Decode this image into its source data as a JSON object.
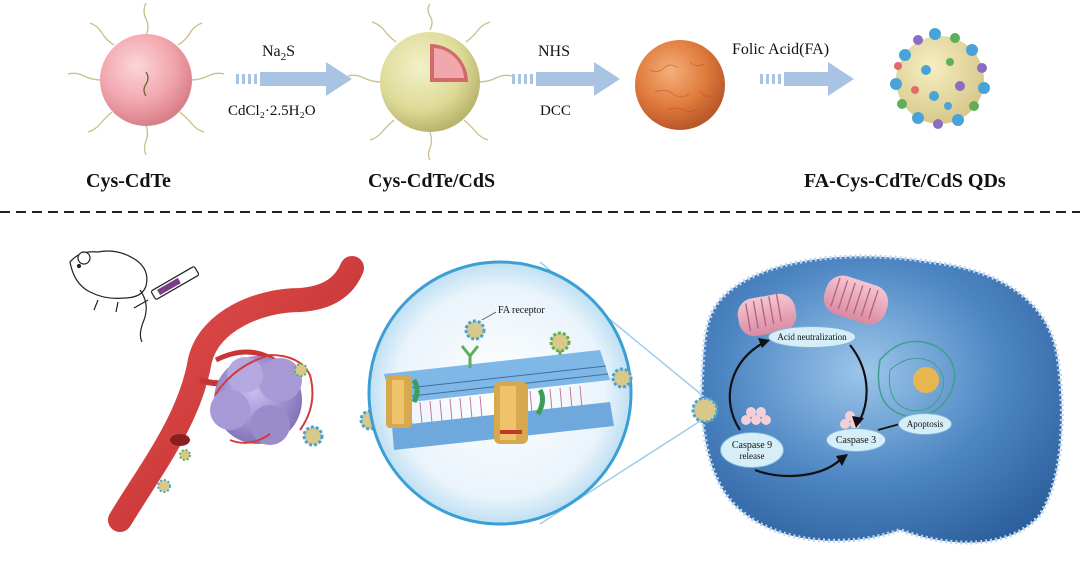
{
  "synthesis": {
    "labels": {
      "core": "Cys-CdTe",
      "core_shell": "Cys-CdTe/CdS",
      "final": "FA-Cys-CdTe/CdS QDs"
    },
    "steps": [
      {
        "reagent_top_main": "Na",
        "reagent_top_sub": "2",
        "reagent_top_tail": "S",
        "reagent_bottom": "CdCl₂·2.5H₂O"
      },
      {
        "reagent_top": "NHS",
        "reagent_bottom": "DCC"
      },
      {
        "reagent_top": "Folic Acid(FA)"
      }
    ]
  },
  "mechanism": {
    "receptor_label": "FA receptor",
    "nodes": {
      "acid": "Acid neutralization",
      "caspase9_line1": "Caspase 9",
      "caspase9_line2": "release",
      "caspase3": "Caspase 3",
      "apoptosis": "Apoptosis"
    }
  },
  "colors": {
    "arrow": "#a9c4e2",
    "core_pink": "#f2a7ae",
    "shell_yellow": "#e2e0a0",
    "vessel_red": "#d63a3a",
    "tumor_purple": "#9a8ccb",
    "cell_blue": "#3f79b8",
    "node_fill": "#d6eef7"
  }
}
